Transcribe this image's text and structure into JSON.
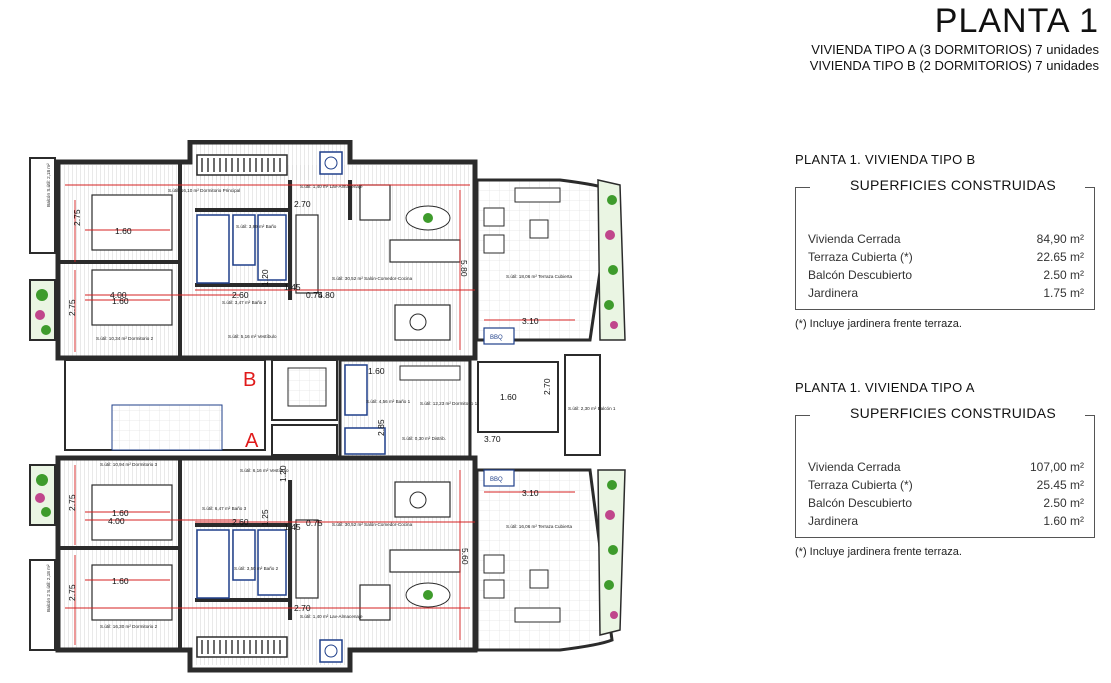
{
  "header": {
    "title": "PLANTA 1",
    "subtitle_lines": [
      "VIVIENDA TIPO A (3 DORMITORIOS) 7 unidades",
      "VIVIENDA TIPO B (2 DORMITORIOS) 7 unidades"
    ]
  },
  "tables": [
    {
      "heading": "PLANTA 1. VIVIENDA TIPO B",
      "box_title": "SUPERFICIES CONSTRUIDAS",
      "rows": [
        {
          "label": "Vivienda Cerrada",
          "value": "84,90 m²"
        },
        {
          "label": "Terraza Cubierta (*)",
          "value": "22.65 m²"
        },
        {
          "label": "Balcón Descubierto",
          "value": "2.50 m²"
        },
        {
          "label": "Jardinera",
          "value": "1.75 m²"
        }
      ],
      "note": "(*) Incluye jardinera frente terraza."
    },
    {
      "heading": "PLANTA 1. VIVIENDA TIPO A",
      "box_title": "SUPERFICIES CONSTRUIDAS",
      "rows": [
        {
          "label": "Vivienda Cerrada",
          "value": "107,00 m²"
        },
        {
          "label": "Terraza Cubierta (*)",
          "value": "25.45 m²"
        },
        {
          "label": "Balcón Descubierto",
          "value": "2.50 m²"
        },
        {
          "label": "Jardinera",
          "value": "1.60 m²"
        }
      ],
      "note": "(*) Incluye jardinera frente terraza."
    }
  ],
  "plan": {
    "unit_b_label": "B",
    "unit_a_label": "A",
    "bbq_label": "BBQ",
    "dims": [
      "2.75",
      "2.75",
      "2.75",
      "2.75",
      "1.60",
      "1.60",
      "1.60",
      "1.60",
      "4.00",
      "4.00",
      "2.70",
      "2.70",
      "2.60",
      "2.60",
      "4.80",
      "5.80",
      "5.60",
      "3.10",
      "3.10",
      "3.70",
      "2.70",
      "1.60",
      "1.60",
      "2.85",
      "1.20",
      "1.25",
      "1.20",
      "1.45",
      "0.75",
      "1.45",
      "0.75"
    ],
    "rooms": [
      "S.útil: 16,10 m² Dormitorio Principal",
      "S.útil: 1,40 m² Lav-Almacenaje",
      "S.útil: 3,89 m² Baño",
      "S.útil: 30,52 m² Salón-Comedor-Cocina",
      "S.útil: 18,06 m² Terraza Cubierta",
      "S.útil: 3,47 m² Baño 2",
      "S.útil: 10,34 m² Dormitorio 2",
      "S.útil: 5,16 m² Vestíbulo",
      "Balcón S.útil: 2,18 m²",
      "S.útil: 4,56 m² Baño 1",
      "S.útil: 12,23 m² Dormitorio 1",
      "S.útil: 2,30 m² Balcón 1",
      "S.útil: 0,30 m² Distrib.",
      "S.útil: 10,94 m² Dormitorio 3",
      "S.útil: 6,16 m² Vestíbulo",
      "S.útil: 6,47 m² Baño 3",
      "S.útil: 30,52 m² Salón-Comedor-Cocina",
      "S.útil: 16,06 m² Terraza Cubierta",
      "S.útil: 3,50 m² Baño 2",
      "S.útil: 16,30 m² Dormitorio 2",
      "S.útil: 1,40 m² Lav-Almacenaje",
      "Balcón 2 S.útil: 2,18 m²"
    ],
    "colors": {
      "wall": "#2b2b2b",
      "floor_hatch": "#9a9a9a",
      "dim_line": "#d42020",
      "bath_blue": "#1f3f8a",
      "plant_green": "#3e9b2c",
      "plant_pink": "#c0468c",
      "label_red": "#e01b1b"
    }
  }
}
